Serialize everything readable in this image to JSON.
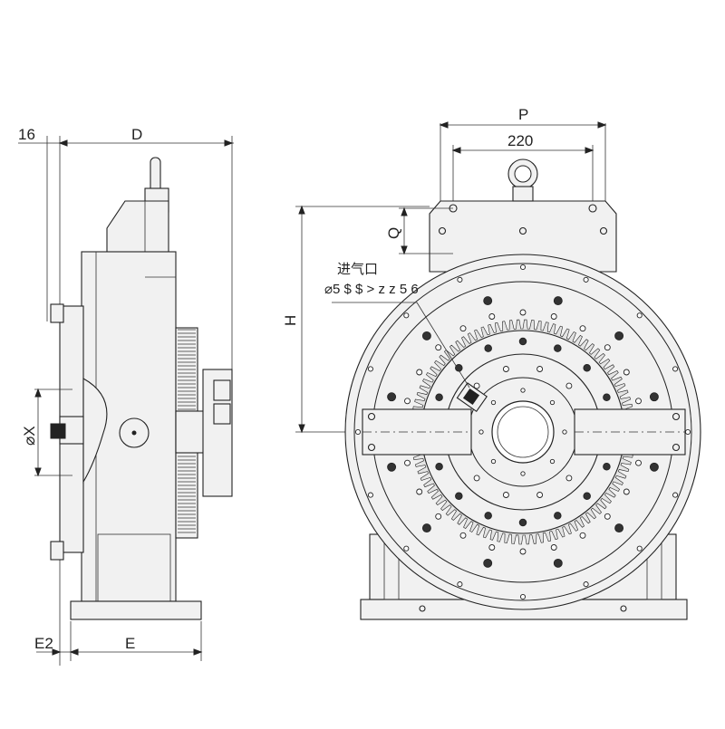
{
  "drawing": {
    "side_view": {
      "dim_16": "16",
      "dim_D": "D",
      "dim_X": "⌀X",
      "dim_E2": "E2",
      "dim_E": "E"
    },
    "front_view": {
      "dim_P": "P",
      "dim_220": "220",
      "dim_Q": "Q",
      "dim_H": "H",
      "air_inlet_label": "进气口",
      "air_inlet_spec": "⌀5  $  $  >  z  z   5  6"
    }
  },
  "colors": {
    "line": "#222222",
    "fill": "#f1f1f1",
    "background": "#ffffff"
  }
}
